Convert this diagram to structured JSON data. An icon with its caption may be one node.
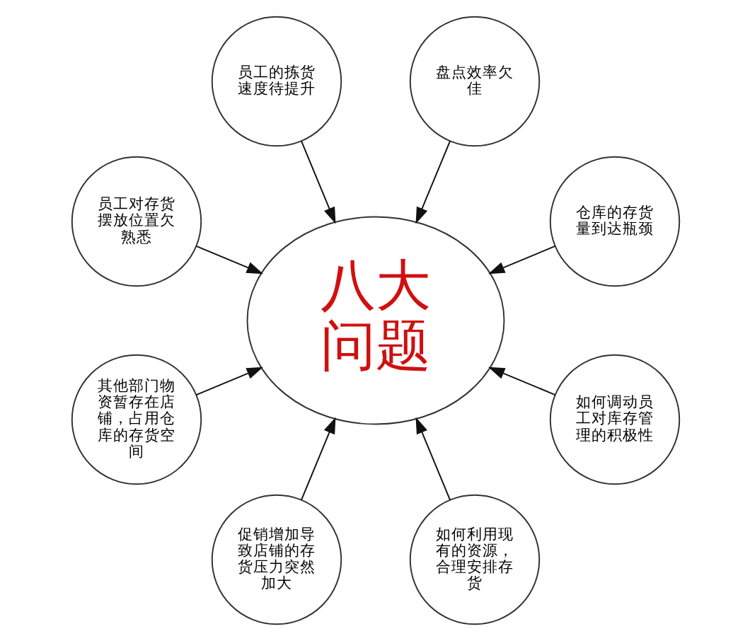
{
  "diagram": {
    "nodes": [
      {
        "text": [
          "仓库的存货量到达瓶颈"
        ]
      },
      {
        "text": [
          "盘点效率欠佳"
        ]
      },
      {
        "text": [
          "员工的拣货速度待提升"
        ]
      },
      {
        "text": [
          "员工对存货摆放位置欠熟悉"
        ]
      },
      {
        "text": [
          "八大问题"
        ]
      },
      {
        "text": [
          "其他部门物资暂存在店铺，占用仓库的存货空间"
        ]
      },
      {
        "text": [
          "促销增加导致店铺的存货压力突然加大"
        ]
      },
      {
        "text": [
          "如何利用现有的资源，合理安排存货"
        ]
      },
      {
        "text": [
          "如何调动员工对库存管理的积极性"
        ]
      }
    ],
    "edges": [
      {
        "from": 0,
        "to": 4,
        "arrow": "to"
      },
      {
        "from": 1,
        "to": 4,
        "arrow": "to"
      },
      {
        "from": 2,
        "to": 4,
        "arrow": "to"
      },
      {
        "from": 3,
        "to": 4,
        "arrow": "to"
      },
      {
        "from": 5,
        "to": 4,
        "arrow": "to"
      },
      {
        "from": 6,
        "to": 4,
        "arrow": "to"
      },
      {
        "from": 7,
        "to": 4,
        "arrow": "to"
      },
      {
        "from": 8,
        "to": 4,
        "arrow": "to"
      }
    ]
  }
}
